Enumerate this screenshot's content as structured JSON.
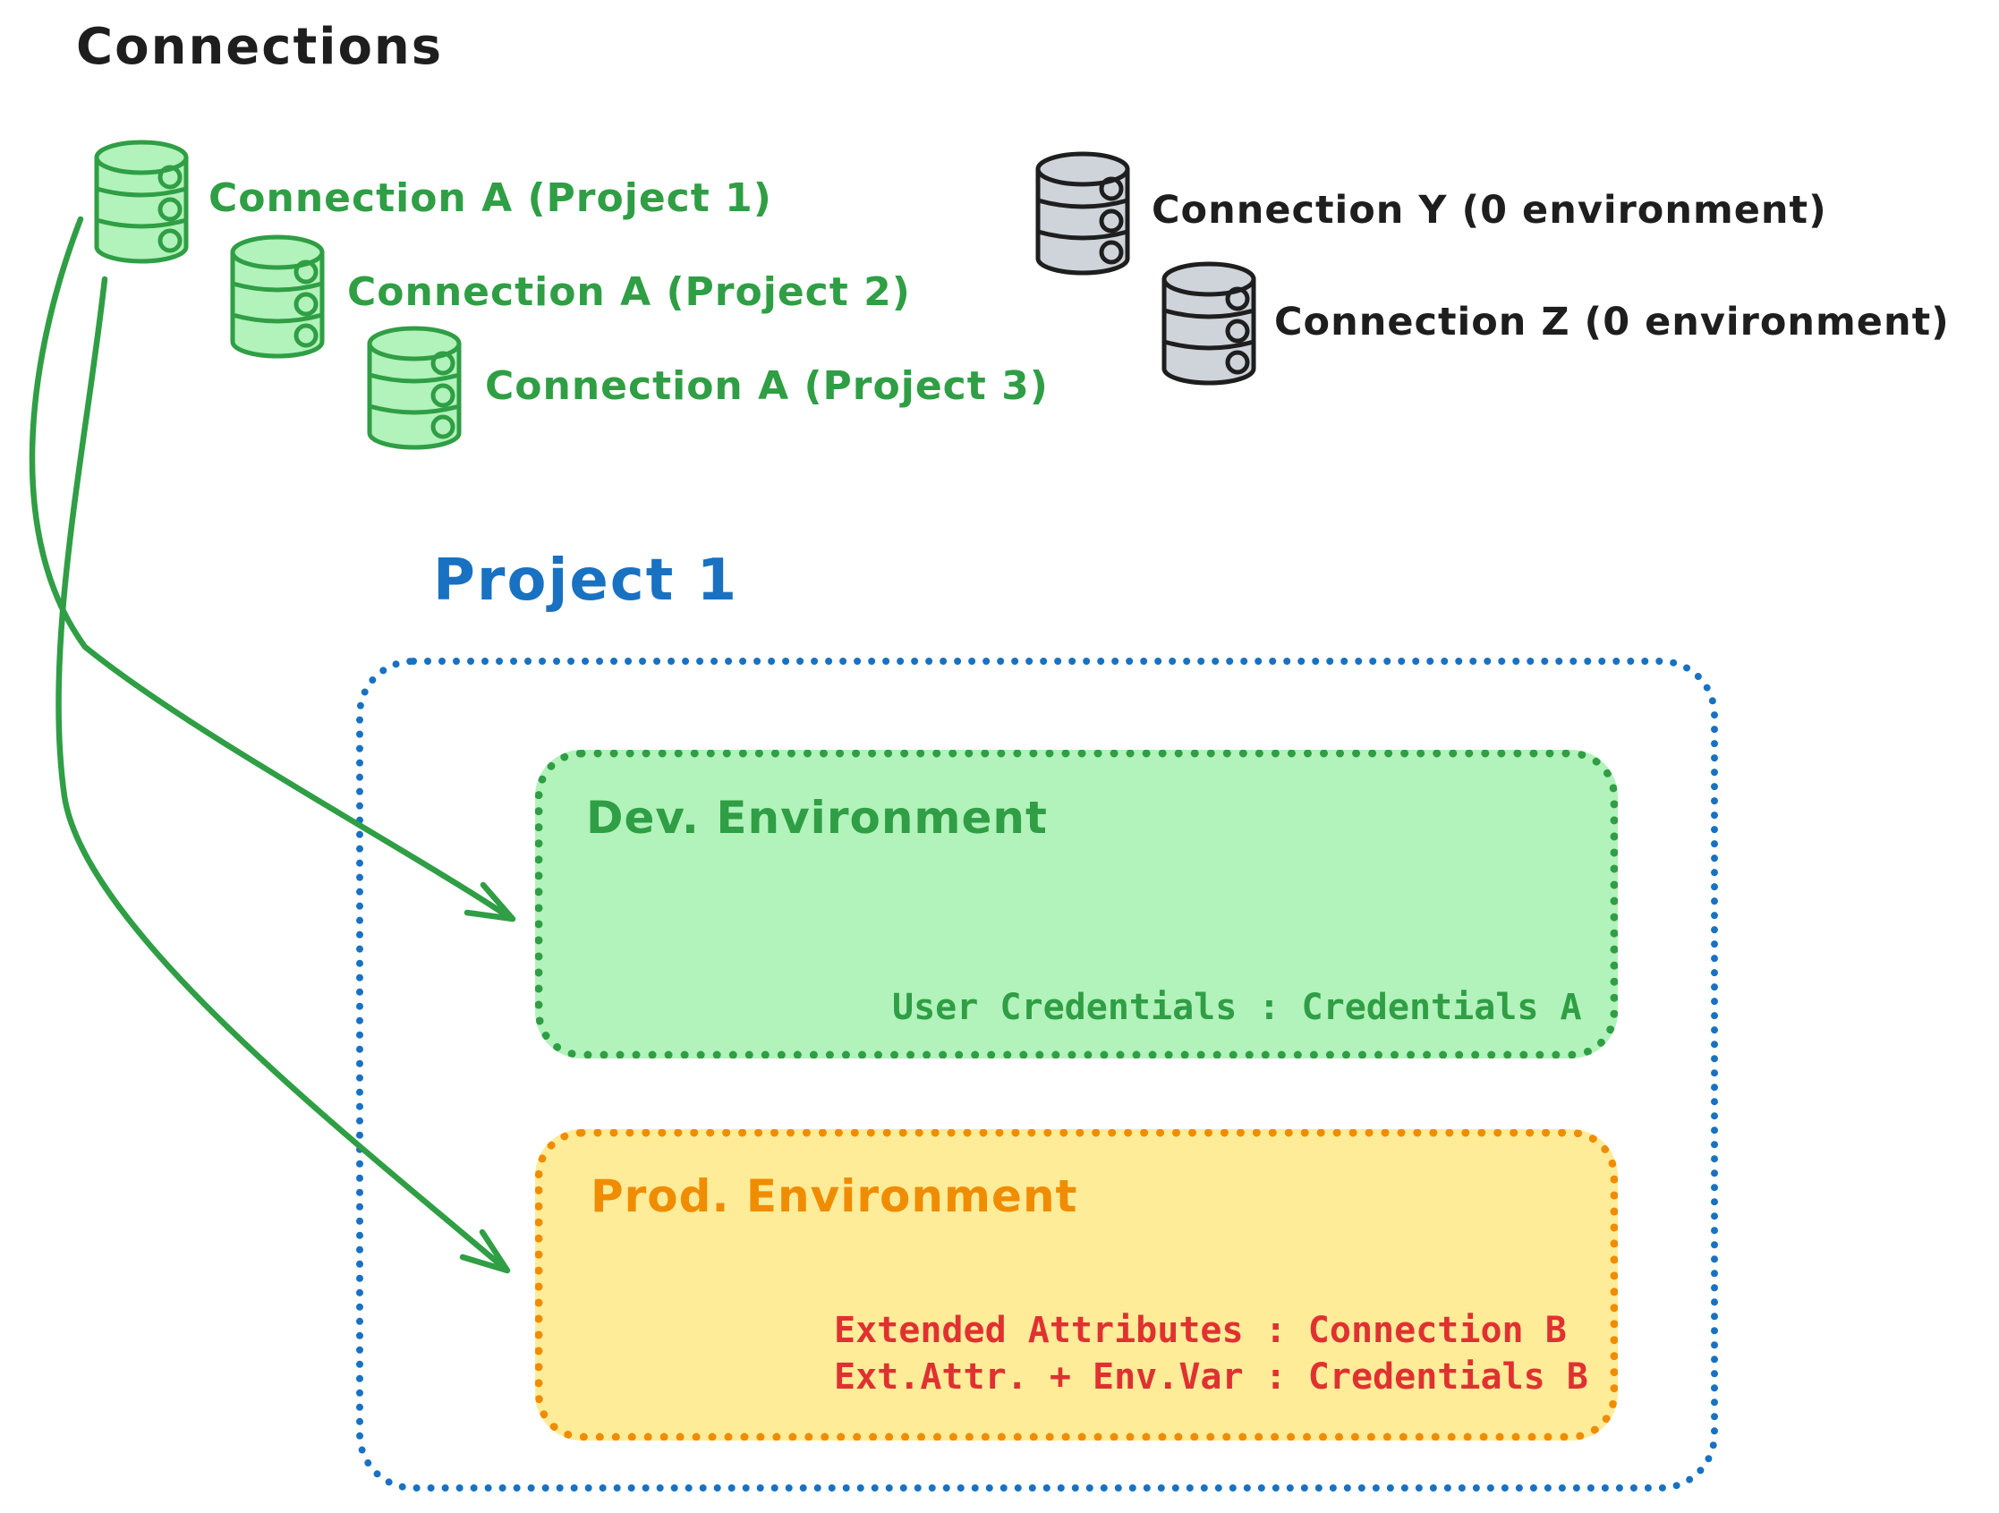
{
  "title": "Connections",
  "connections": {
    "project_a": [
      {
        "icon": "database-icon",
        "label": "Connection A (Project 1)"
      },
      {
        "icon": "database-icon",
        "label": "Connection A (Project 2)"
      },
      {
        "icon": "database-icon",
        "label": "Connection A (Project 3)"
      }
    ],
    "unassigned": [
      {
        "icon": "database-icon",
        "label": "Connection Y (0 environment)"
      },
      {
        "icon": "database-icon",
        "label": "Connection Z (0 environment)"
      }
    ]
  },
  "project": {
    "title": "Project 1",
    "dev_environment": {
      "title": "Dev. Environment",
      "mapping": "User Credentials : Credentials A"
    },
    "prod_environment": {
      "title": "Prod. Environment",
      "mappings": [
        "Extended Attributes : Connection B",
        "Ext.Attr. + Env.Var : Credentials B"
      ]
    }
  },
  "colors": {
    "green_stroke": "#2f9e44",
    "green_fill": "#b2f2bb",
    "blue": "#1971c2",
    "orange_stroke": "#f08c00",
    "orange_fill": "#ffec99",
    "red": "#e03131",
    "black": "#1e1e1e",
    "gray_fill": "#ced4da"
  }
}
